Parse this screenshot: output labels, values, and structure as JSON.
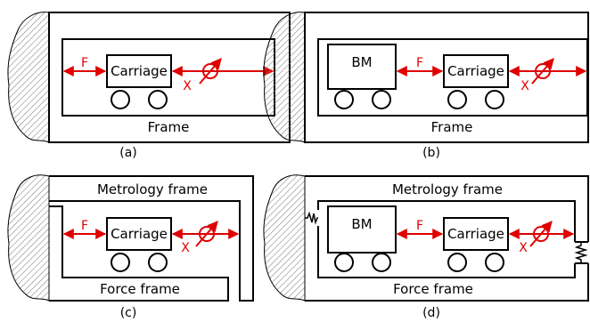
{
  "panels": {
    "a": {
      "caption": "(a)",
      "frame_label": "Frame",
      "carriage_label": "Carriage",
      "force_label": "F",
      "displacement_label": "X"
    },
    "b": {
      "caption": "(b)",
      "frame_label": "Frame",
      "carriage_label": "Carriage",
      "bm_label": "BM",
      "force_label": "F",
      "displacement_label": "X"
    },
    "c": {
      "caption": "(c)",
      "metrology_label": "Metrology frame",
      "force_frame_label": "Force frame",
      "carriage_label": "Carriage",
      "force_label": "F",
      "displacement_label": "X"
    },
    "d": {
      "caption": "(d)",
      "metrology_label": "Metrology frame",
      "force_frame_label": "Force frame",
      "carriage_label": "Carriage",
      "bm_label": "BM",
      "force_label": "F",
      "displacement_label": "X"
    }
  },
  "colors": {
    "line": "#000000",
    "arrow": "#e00000",
    "hatch": "#888888"
  }
}
